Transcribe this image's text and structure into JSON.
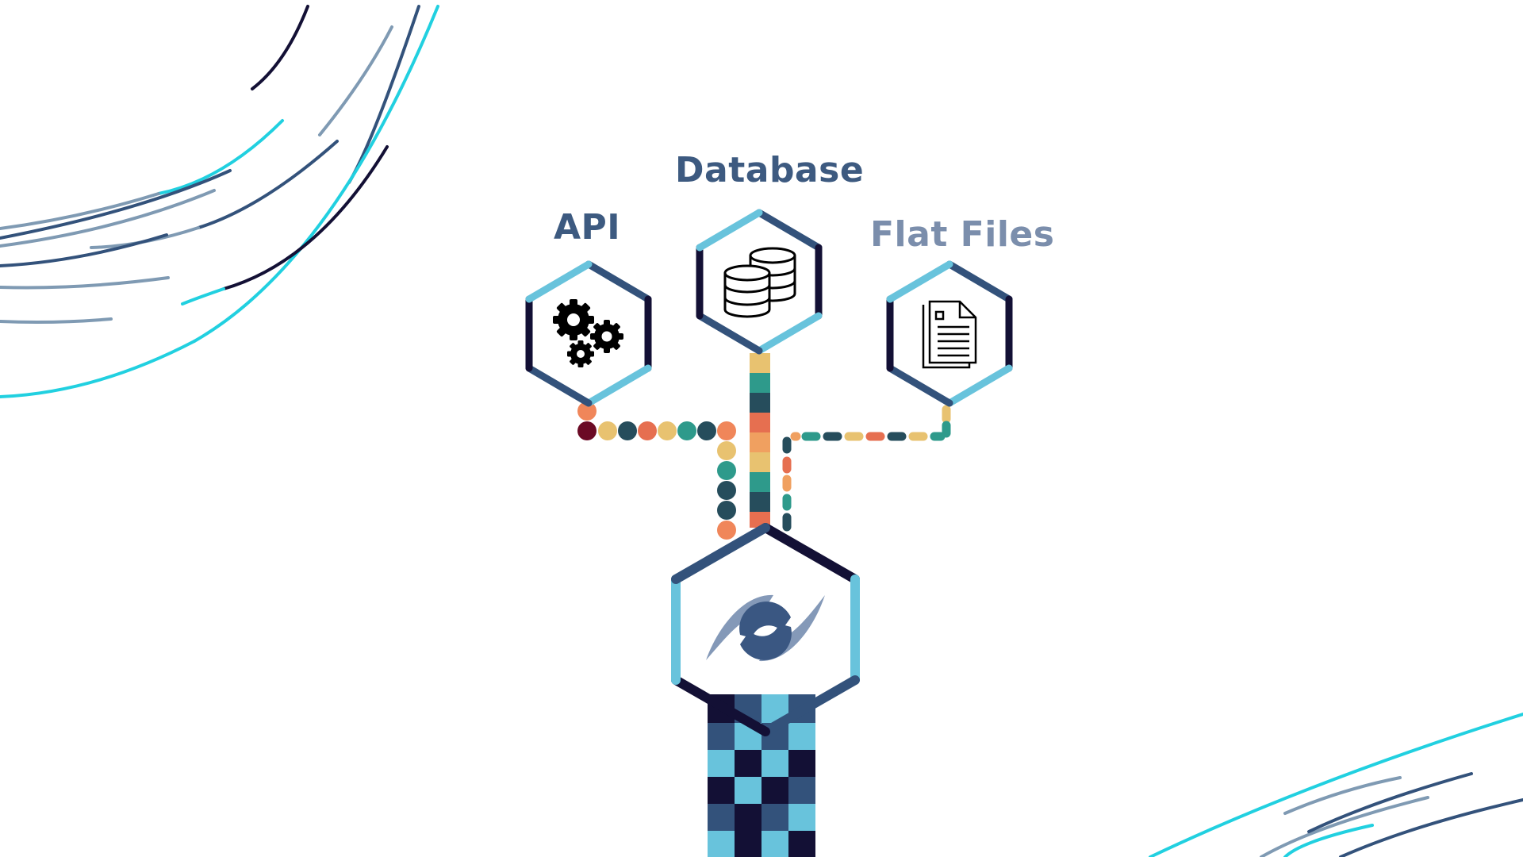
{
  "diagram": {
    "sources": [
      {
        "id": "api",
        "label": "API",
        "icon": "gears-icon"
      },
      {
        "id": "database",
        "label": "Database",
        "icon": "database-icon"
      },
      {
        "id": "flat-files",
        "label": "Flat Files",
        "icon": "document-icon"
      }
    ],
    "hub": {
      "icon": "sync-logo-icon"
    }
  },
  "colors": {
    "navy": "#131035",
    "steel": "#33527b",
    "sky": "#68c3dc",
    "cyan": "#21d0e0",
    "grey_blue": "#7f9ab3",
    "orange": "#f0865a",
    "coral": "#e66f50",
    "yellow": "#e8c270",
    "teal": "#2e9a8b",
    "dark_teal": "#264d5c",
    "maroon": "#6b0a25",
    "label": "#3d5a80",
    "label_dim": "#7b8eac"
  }
}
